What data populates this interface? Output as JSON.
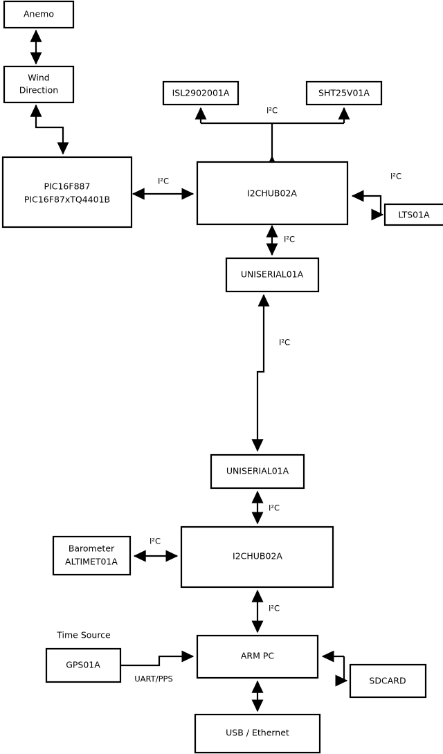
{
  "diagram": {
    "type": "block-diagram",
    "title": "",
    "background_color": "#ffffff",
    "line_color": "#000000",
    "box_fill_color": "#ffffff",
    "nodes": [
      {
        "id": "anemo",
        "label": "Anemo",
        "lines": [
          "Anemo"
        ]
      },
      {
        "id": "wind",
        "label": "Wind Direction",
        "lines": [
          "Wind",
          "Direction"
        ]
      },
      {
        "id": "pic",
        "label": "PIC16F887 PIC16F87xTQ4401B",
        "lines": [
          "PIC16F887",
          "PIC16F87xTQ4401B"
        ]
      },
      {
        "id": "isl",
        "label": "ISL2902001A",
        "lines": [
          "ISL2902001A"
        ]
      },
      {
        "id": "sht",
        "label": "SHT25V01A",
        "lines": [
          "SHT25V01A"
        ]
      },
      {
        "id": "hub_top",
        "label": "I2CHUB02A",
        "lines": [
          "I2CHUB02A"
        ]
      },
      {
        "id": "lts",
        "label": "LTS01A",
        "lines": [
          "LTS01A"
        ]
      },
      {
        "id": "uniserial_top",
        "label": "UNISERIAL01A",
        "lines": [
          "UNISERIAL01A"
        ]
      },
      {
        "id": "uniserial_bot",
        "label": "UNISERIAL01A",
        "lines": [
          "UNISERIAL01A"
        ]
      },
      {
        "id": "hub_bot",
        "label": "I2CHUB02A",
        "lines": [
          "I2CHUB02A"
        ]
      },
      {
        "id": "barometer",
        "label": "Barometer ALTIMET01A",
        "lines": [
          "Barometer",
          "ALTIMET01A"
        ]
      },
      {
        "id": "gps",
        "label": "GPS01A",
        "lines": [
          "GPS01A"
        ]
      },
      {
        "id": "armpc",
        "label": "ARM PC",
        "lines": [
          "ARM PC"
        ]
      },
      {
        "id": "sdcard",
        "label": "SDCARD",
        "lines": [
          "SDCARD"
        ]
      },
      {
        "id": "usbeth",
        "label": "USB / Ethernet",
        "lines": [
          "USB / Ethernet"
        ]
      }
    ],
    "free_labels": [
      {
        "id": "time_source",
        "text": "Time Source"
      }
    ],
    "edges": [
      {
        "from": "anemo",
        "to": "wind",
        "label": "",
        "arrows": "both"
      },
      {
        "from": "wind",
        "to": "pic",
        "label": "",
        "arrows": "both"
      },
      {
        "from": "pic",
        "to": "hub_top",
        "label": "I²C",
        "arrows": "both"
      },
      {
        "from": "hub_top",
        "to": "isl",
        "label": "I²C",
        "arrows": "forward"
      },
      {
        "from": "hub_top",
        "to": "sht",
        "label": "I²C",
        "arrows": "forward"
      },
      {
        "from": "hub_top",
        "to": "lts",
        "label": "I²C",
        "arrows": "both"
      },
      {
        "from": "hub_top",
        "to": "uniserial_top",
        "label": "I²C",
        "arrows": "both"
      },
      {
        "from": "uniserial_top",
        "to": "uniserial_bot",
        "label": "I²C",
        "arrows": "both"
      },
      {
        "from": "uniserial_bot",
        "to": "hub_bot",
        "label": "I²C",
        "arrows": "both"
      },
      {
        "from": "barometer",
        "to": "hub_bot",
        "label": "I²C",
        "arrows": "both"
      },
      {
        "from": "hub_bot",
        "to": "armpc",
        "label": "I²C",
        "arrows": "both"
      },
      {
        "from": "gps",
        "to": "armpc",
        "label": "UART/PPS",
        "arrows": "forward"
      },
      {
        "from": "armpc",
        "to": "sdcard",
        "label": "",
        "arrows": "both"
      },
      {
        "from": "armpc",
        "to": "usbeth",
        "label": "",
        "arrows": "both"
      }
    ],
    "edge_labels": {
      "i2c": "I²C",
      "uart_pps": "UART/PPS"
    },
    "text": {
      "anemo": "Anemo",
      "wind_line1": "Wind",
      "wind_line2": "Direction",
      "pic_line1": "PIC16F887",
      "pic_line2": "PIC16F87xTQ4401B",
      "isl": "ISL2902001A",
      "sht": "SHT25V01A",
      "hub_top": "I2CHUB02A",
      "lts": "LTS01A",
      "uniserial_top": "UNISERIAL01A",
      "uniserial_bot": "UNISERIAL01A",
      "hub_bot": "I2CHUB02A",
      "barometer_line1": "Barometer",
      "barometer_line2": "ALTIMET01A",
      "gps": "GPS01A",
      "armpc": "ARM PC",
      "sdcard": "SDCARD",
      "usbeth": "USB / Ethernet",
      "time_source": "Time Source",
      "i2c_pic_hub": "I²C",
      "i2c_sensors_top": "I²C",
      "i2c_lts": "I²C",
      "i2c_hub_uniserial": "I²C",
      "i2c_uniserial_link": "I²C",
      "i2c_uniserial_hub_bot": "I²C",
      "i2c_barometer": "I²C",
      "i2c_hub_armpc": "I²C",
      "uart_pps": "UART/PPS"
    }
  }
}
